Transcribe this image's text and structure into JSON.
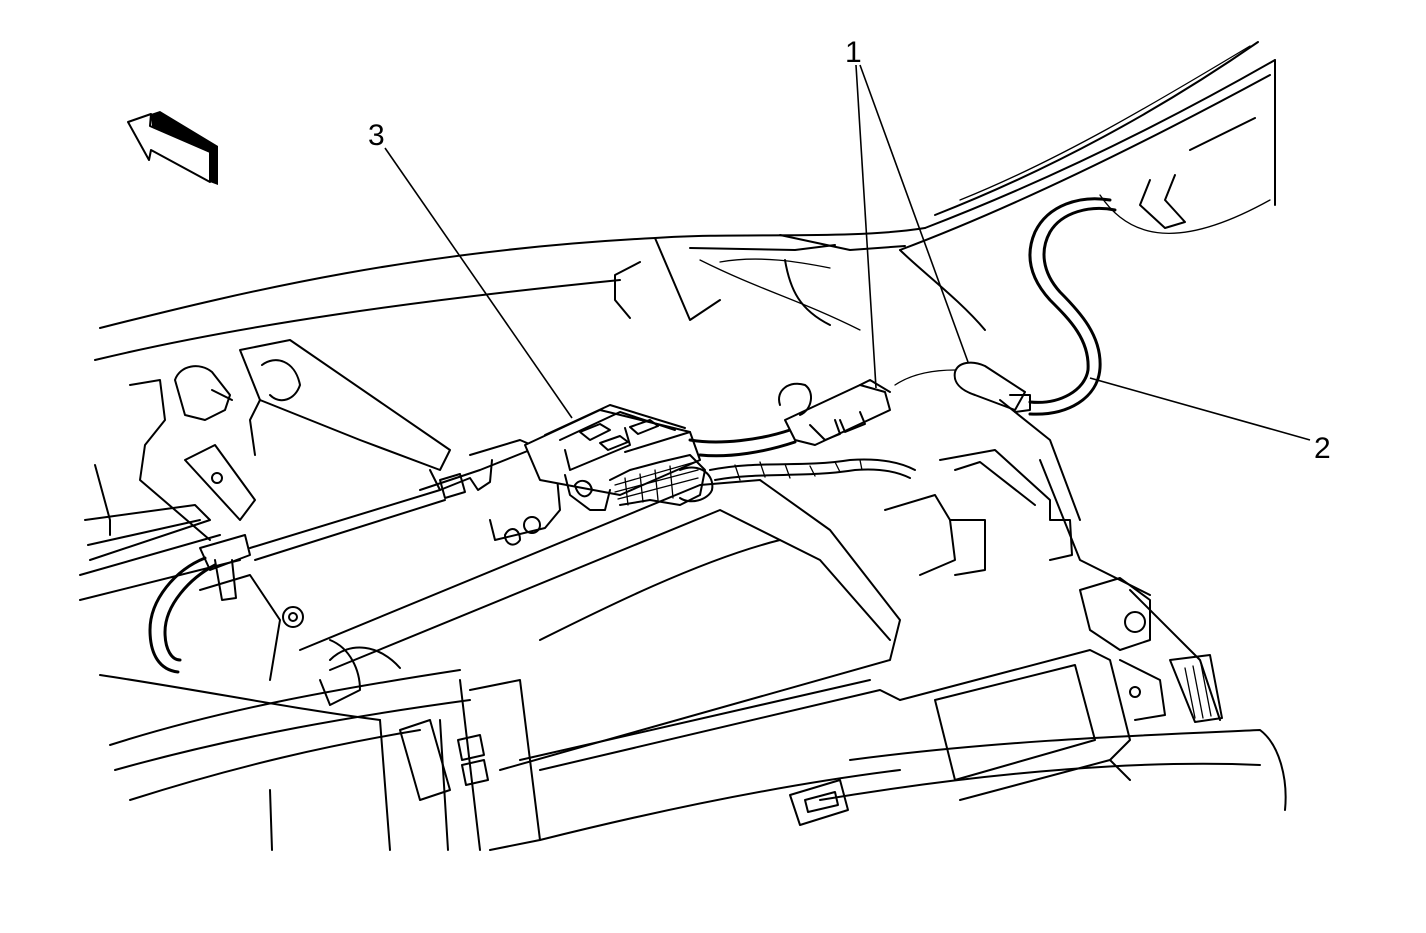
{
  "callouts": [
    {
      "id": "1",
      "label": "1"
    },
    {
      "id": "2",
      "label": "2"
    },
    {
      "id": "3",
      "label": "3"
    }
  ],
  "colors": {
    "ink": "#000000",
    "background": "#ffffff"
  },
  "icons": {
    "direction_arrow": "forward-arrow-icon"
  }
}
